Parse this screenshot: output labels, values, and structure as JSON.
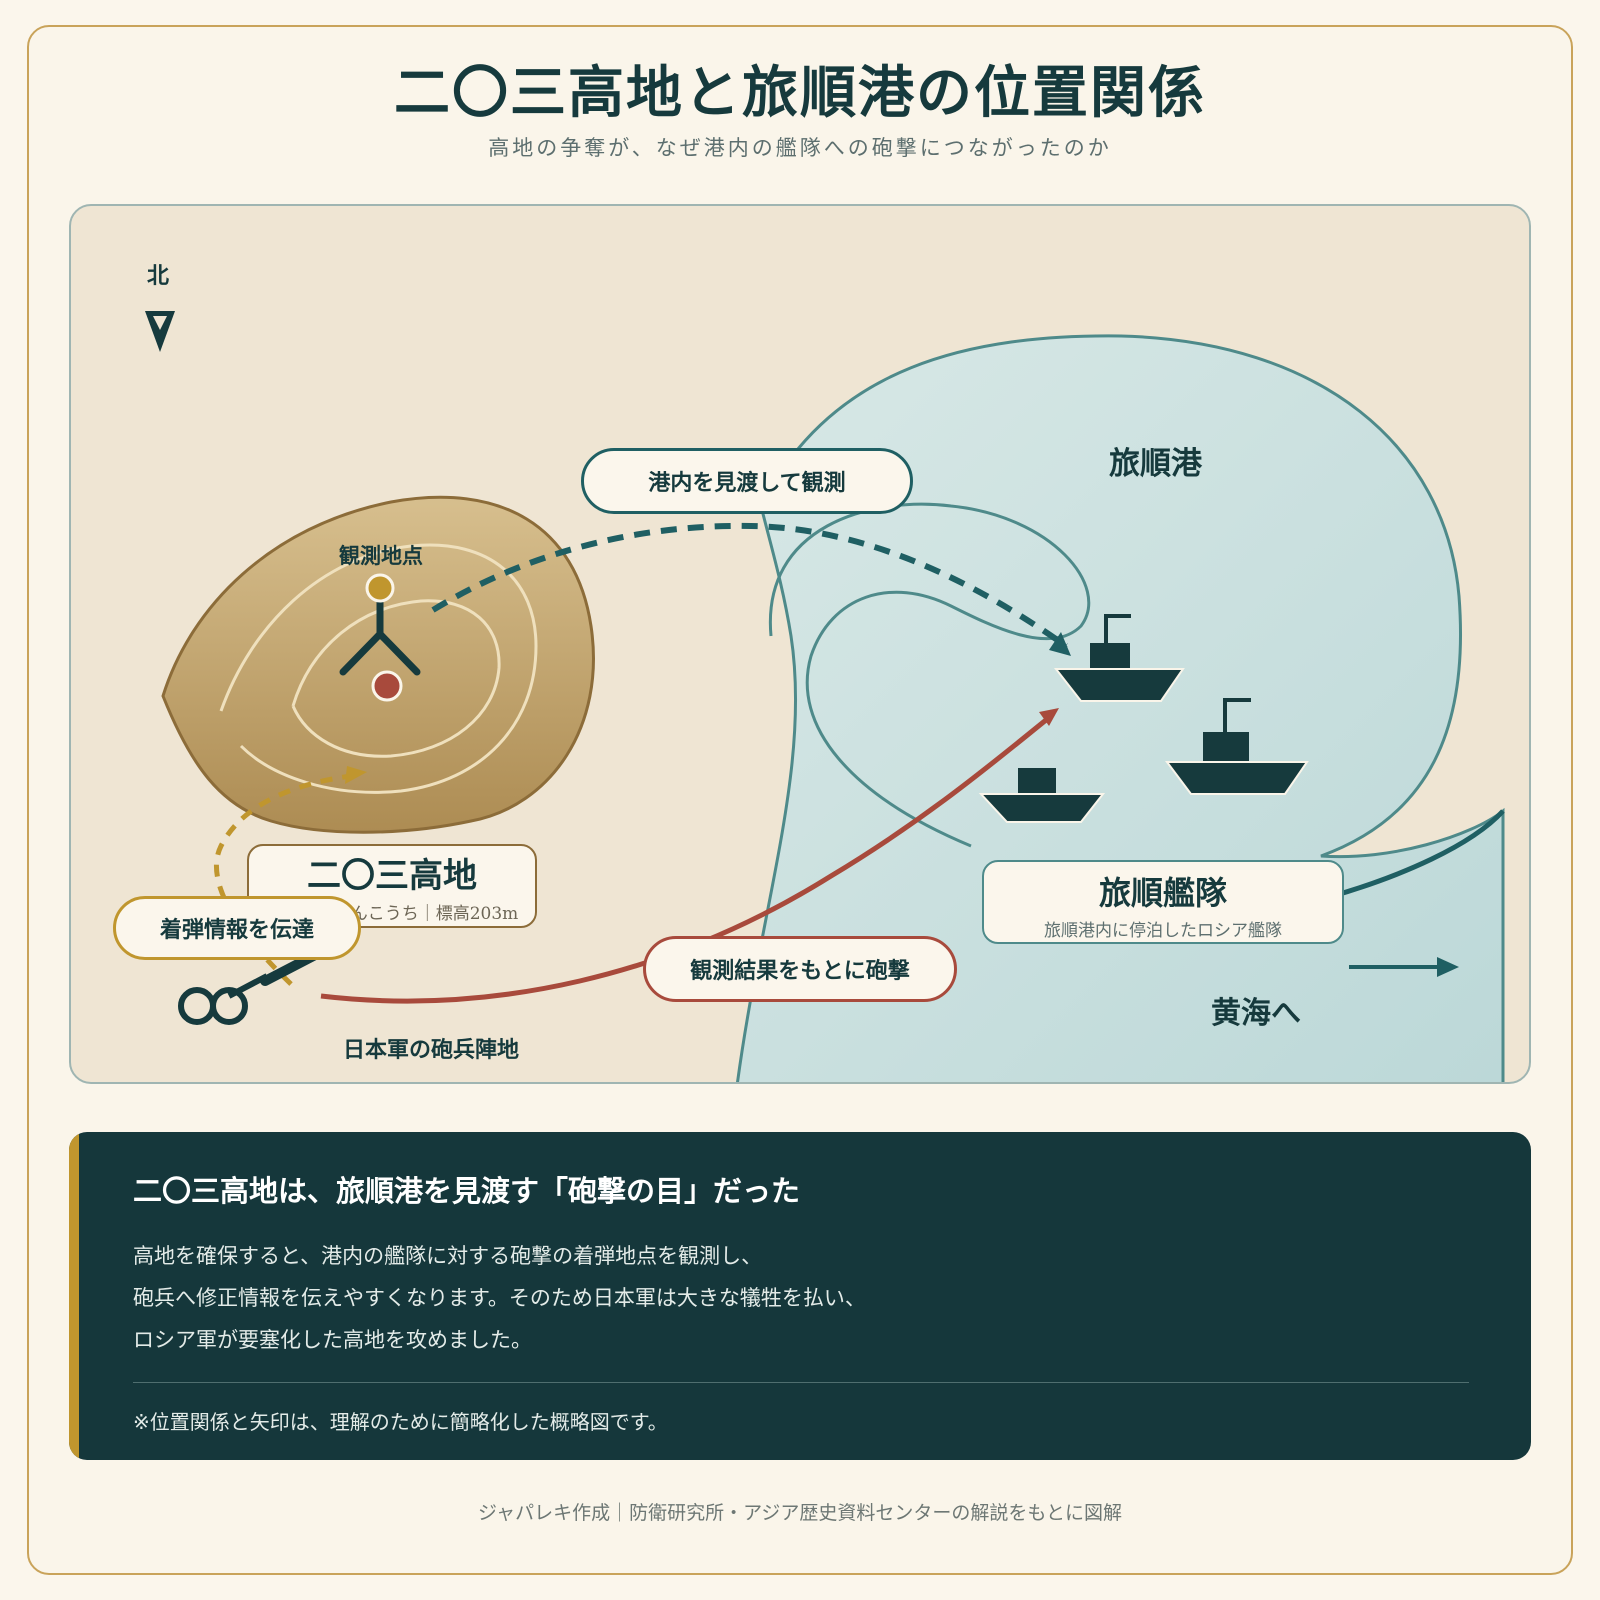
{
  "title": "二〇三高地と旅順港の位置関係",
  "subtitle": "高地の争奪が、なぜ港内の艦隊への砲撃につながったのか",
  "map": {
    "north_label": "北",
    "harbor_label": "旅順港",
    "observe_pill": "港内を見渡して観測",
    "obs_point_label": "観測地点",
    "hill_name": "二〇三高地",
    "hill_sub": "にひゃくさんこうち｜標高203m",
    "impact_pill": "着弾情報を伝達",
    "bombard_pill": "観測結果をもとに砲撃",
    "artillery_label": "日本軍の砲兵陣地",
    "fleet_name": "旅順艦隊",
    "fleet_sub": "旅順港内に停泊したロシア艦隊",
    "yellow_sea": "黄海へ"
  },
  "info": {
    "heading": "二〇三高地は、旅順港を見渡す「砲撃の目」だった",
    "line1": "高地を確保すると、港内の艦隊に対する砲撃の着弾地点を観測し、",
    "line2": "砲兵へ修正情報を伝えやすくなります。そのため日本軍は大きな犠牲を払い、",
    "line3": "ロシア軍が要塞化した高地を攻めました。",
    "note": "※位置関係と矢印は、理解のために簡略化した概略図です。"
  },
  "footer": "ジャパレキ作成｜防衛研究所・アジア歴史資料センターの解説をもとに図解",
  "colors": {
    "dark_teal": "#163a3d",
    "teal_arrow": "#1f5f63",
    "red_arrow": "#a84a3c",
    "gold": "#c0962e",
    "hill_fill": "#c8ae7c",
    "sea_fill": "#cfe2e1"
  }
}
